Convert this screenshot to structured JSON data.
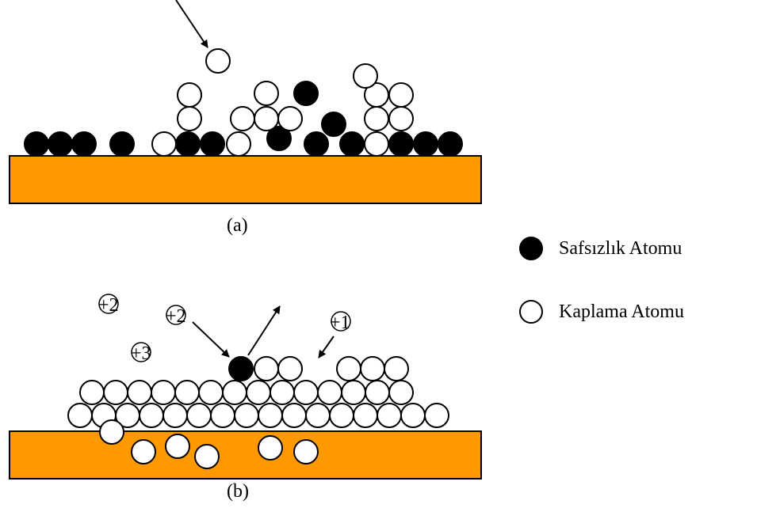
{
  "panel_a": {
    "caption": "(a)"
  },
  "panel_b": {
    "caption": "(b)",
    "ion_labels": [
      "+2",
      "+2",
      "+3",
      "+1"
    ]
  },
  "legend": {
    "impurity_label": "Safsızlık Atomu",
    "coating_label": "Kaplama Atomu"
  },
  "colors": {
    "substrate": "#FF9900",
    "impurity_atom": "#000000",
    "coating_atom": "#FFFFFF",
    "outline": "#000000"
  }
}
